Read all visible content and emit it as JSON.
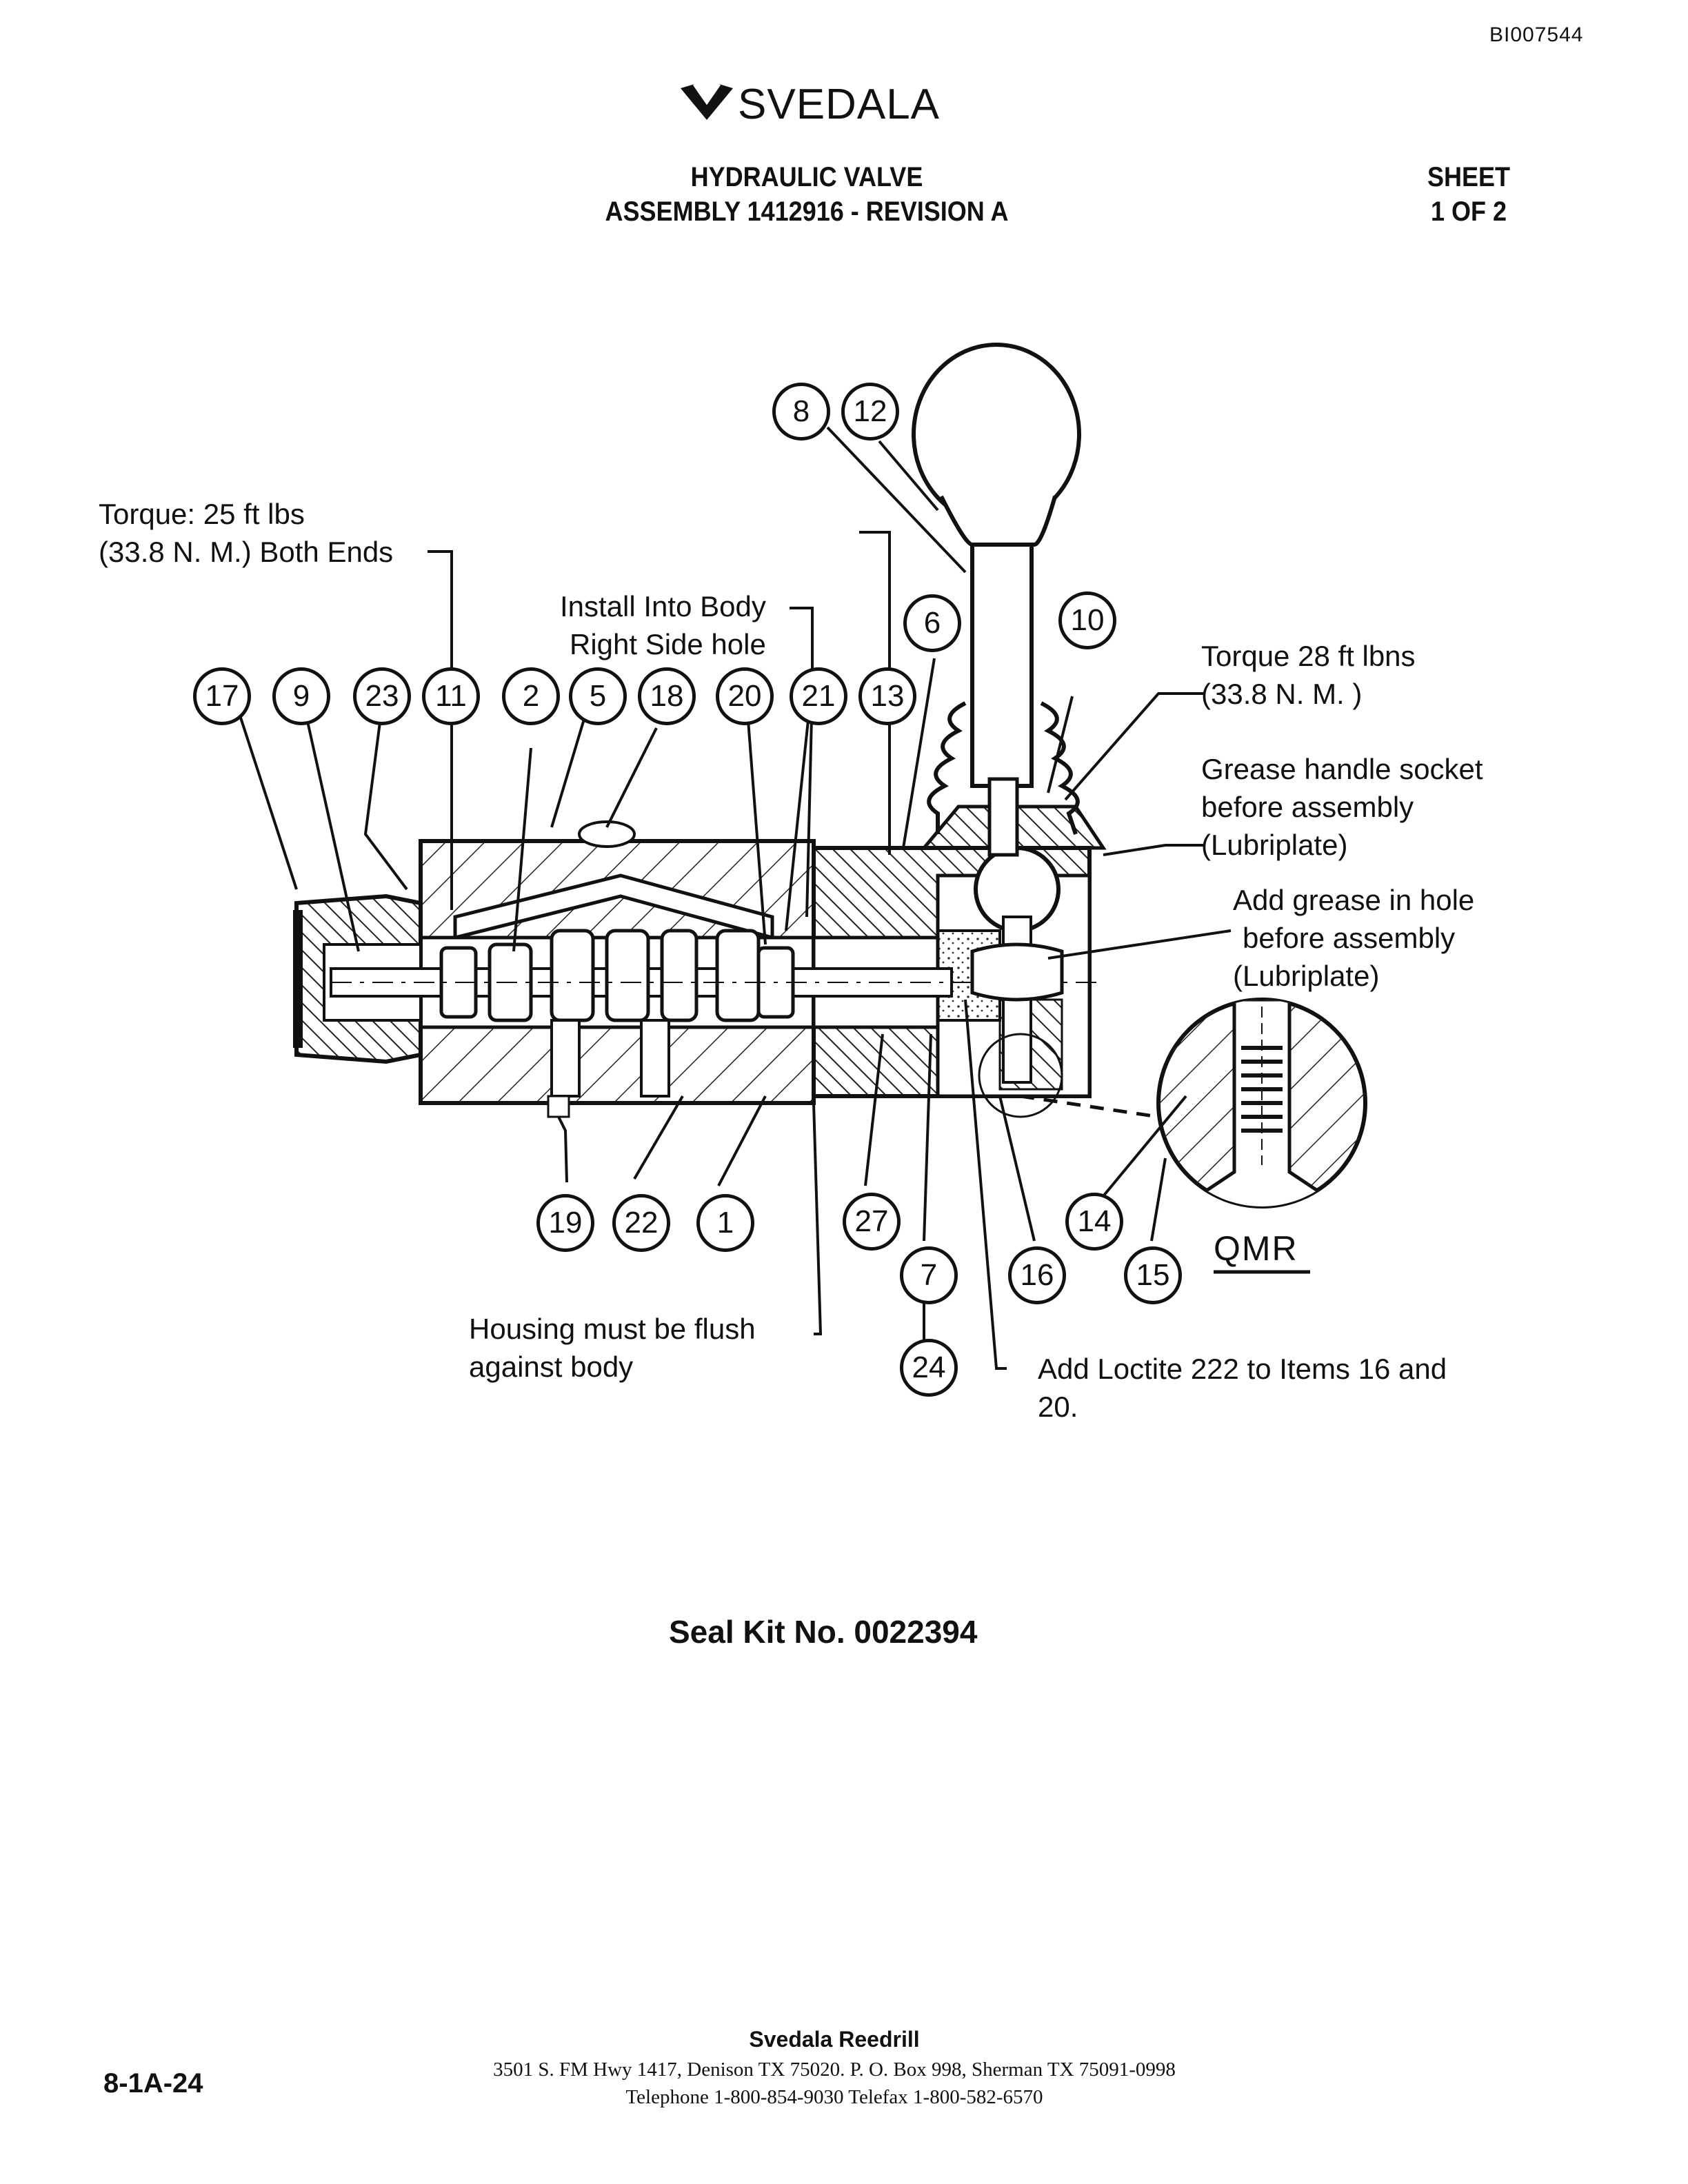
{
  "header": {
    "doc_id": "BI007544",
    "brand": "SVEDALA",
    "title_line1": "HYDRAULIC VALVE",
    "title_line2": "ASSEMBLY 1412916 - REVISION A",
    "sheet_line1": "SHEET",
    "sheet_line2": "1 OF 2"
  },
  "notes": {
    "torque_left_1": "Torque: 25 ft lbs",
    "torque_left_2": "(33.8 N. M.) Both Ends",
    "install_1": "Install Into Body",
    "install_2": "Right Side hole",
    "torque_right_1": "Torque 28 ft lbns",
    "torque_right_2": "(33.8 N. M. )",
    "grease_socket_1": "Grease handle socket",
    "grease_socket_2": "before assembly",
    "grease_socket_3": "(Lubriplate)",
    "grease_hole_1": "Add grease in hole",
    "grease_hole_2": "before assembly",
    "grease_hole_3": "(Lubriplate)",
    "housing_1": "Housing  must be flush",
    "housing_2": "against body",
    "loctite_1": "Add Loctite 222 to Items 16 and",
    "loctite_2": "20.",
    "qmr": "QMR"
  },
  "callouts": {
    "c8": "8",
    "c12": "12",
    "c6": "6",
    "c10": "10",
    "c17": "17",
    "c9": "9",
    "c23": "23",
    "c11": "11",
    "c2": "2",
    "c5": "5",
    "c18": "18",
    "c20": "20",
    "c21": "21",
    "c13": "13",
    "c19": "19",
    "c22": "22",
    "c1": "1",
    "c27": "27",
    "c7": "7",
    "c24": "24",
    "c16": "16",
    "c14": "14",
    "c15": "15"
  },
  "seal_kit": "Seal Kit No.  0022394",
  "footer": {
    "page_number": "8-1A-24",
    "company": "Svedala Reedrill",
    "address": "3501 S. FM Hwy 1417, Denison TX  75020.    P. O. Box 998, Sherman TX  75091-0998",
    "phone": "Telephone 1-800-854-9030 Telefax 1-800-582-6570"
  }
}
